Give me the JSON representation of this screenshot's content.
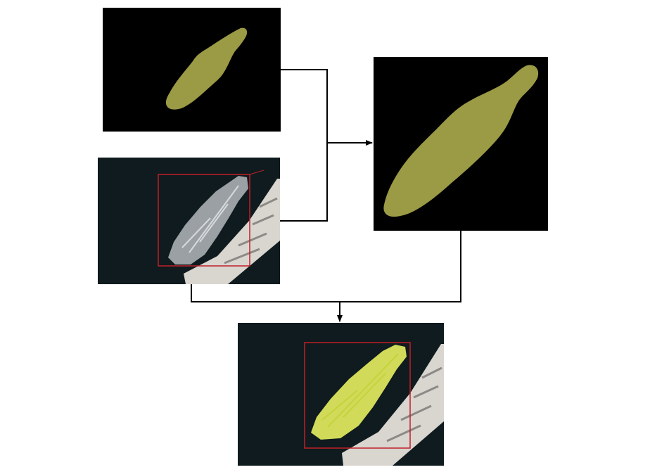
{
  "colors": {
    "background": "#ffffff",
    "mask_background": "#000000",
    "mask_fill": "#9b9a45",
    "water": "#0f1b1e",
    "pier": "#d9d5cf",
    "ship_deck": "#9aa0a4",
    "bounding_box": "#c0202a",
    "overlay_fill": "#e2ec5e",
    "arrow": "#000000"
  },
  "panels": [
    {
      "id": "mask-small",
      "icon": "segmentation-mask-image"
    },
    {
      "id": "aerial",
      "icon": "aerial-photo-with-detection-box"
    },
    {
      "id": "mask-large",
      "icon": "cropped-segmentation-mask-image"
    },
    {
      "id": "result",
      "icon": "aerial-photo-with-mask-overlay"
    }
  ]
}
